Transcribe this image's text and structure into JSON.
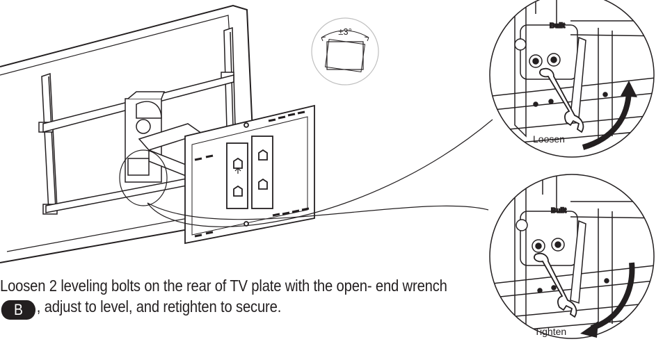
{
  "angle_label": "±3°",
  "loosen_label": "Loosen",
  "tighten_label": "Tighten",
  "instruction": {
    "part1": "Loosen 2 leveling bolts on the rear of TV plate with the open- end wrench",
    "badge": "B",
    "part2": ", adjust to level, and retighten to secure."
  },
  "icons": [
    "tv-panel",
    "wall-mount-bracket",
    "level-indicator-icon",
    "wrench-icon",
    "arrow-loosen-icon",
    "arrow-tighten-icon"
  ]
}
